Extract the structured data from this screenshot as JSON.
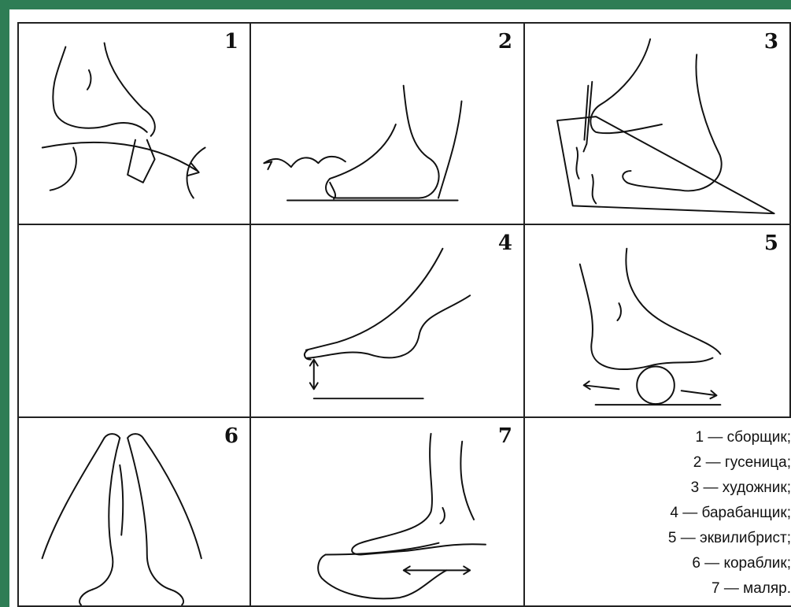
{
  "panels": [
    {
      "number": "1"
    },
    {
      "number": "2"
    },
    {
      "number": "3"
    },
    {
      "number": "4"
    },
    {
      "number": "5"
    },
    {
      "number": "6"
    },
    {
      "number": "7"
    }
  ],
  "legend": [
    "1 — сборщик;",
    "2 — гусеница;",
    "3 — художник;",
    "4 — барабанщик;",
    "5 — эквилибрист;",
    "6 — кораблик;",
    "7 — маляр."
  ],
  "colors": {
    "frame": "#2e7d55",
    "ink": "#111111",
    "paper": "#ffffff"
  }
}
